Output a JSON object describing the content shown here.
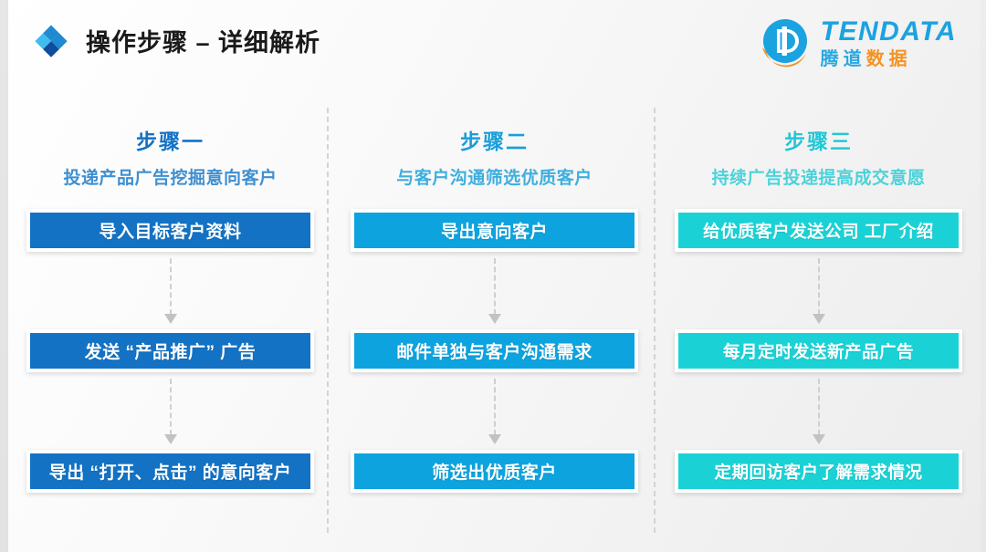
{
  "header": {
    "title": "操作步骤 – 详细解析",
    "icon": "diamond-cluster-icon"
  },
  "logo": {
    "mark": "tendata-d-circle-logo",
    "english": "TENDATA",
    "chinese_blue": "腾道",
    "chinese_orange": "数据",
    "colors": {
      "blue": "#1ba3e0",
      "orange": "#f39325"
    }
  },
  "colors": {
    "column1_accent": "#1372c4",
    "column2_accent": "#0da3de",
    "column3_accent": "#1ad2d6",
    "background": "#f5f5f5",
    "divider": "#d4d4d4",
    "arrow": "#c2c2c2"
  },
  "columns": [
    {
      "id": "step-1",
      "title": "步骤一",
      "subtitle": "投递产品广告挖掘意向客户",
      "title_color": "#1372c4",
      "subtitle_color": "#3f8fd0",
      "box_color": "#1372c4",
      "boxes": [
        {
          "label": "导入目标客户资料"
        },
        {
          "label": "发送 “产品推广” 广告"
        },
        {
          "label": "导出 “打开、点击” 的意向客户"
        }
      ]
    },
    {
      "id": "step-2",
      "title": "步骤二",
      "subtitle": "与客户沟通筛选优质客户",
      "title_color": "#1b9fd8",
      "subtitle_color": "#3faede",
      "box_color": "#0da3de",
      "boxes": [
        {
          "label": "导出意向客户"
        },
        {
          "label": "邮件单独与客户沟通需求"
        },
        {
          "label": "筛选出优质客户"
        }
      ]
    },
    {
      "id": "step-3",
      "title": "步骤三",
      "subtitle": "持续广告投递提高成交意愿",
      "title_color": "#24c6d4",
      "subtitle_color": "#4cd2da",
      "box_color": "#1ad2d6",
      "boxes": [
        {
          "label": "给优质客户发送公司 工厂介绍"
        },
        {
          "label": "每月定时发送新产品广告"
        },
        {
          "label": "定期回访客户了解需求情况"
        }
      ]
    }
  ],
  "connectors": {
    "arrow_icon": "arrow-down-dashed-icon",
    "count_per_column": 2
  }
}
